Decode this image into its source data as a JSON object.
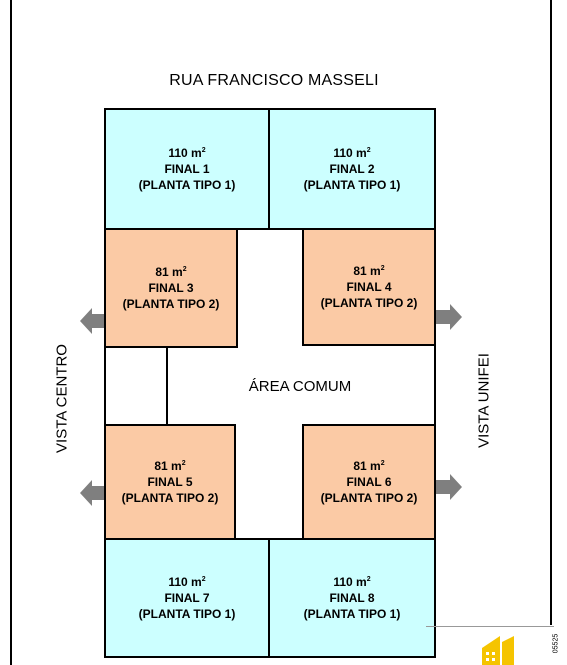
{
  "street": "RUA FRANCISCO MASSELI",
  "common_area": "ÁREA COMUM",
  "view_left": "VISTA CENTRO",
  "view_right": "VISTA UNIFEI",
  "corner_code": "05525",
  "units": [
    {
      "area": "110 m",
      "sup": "2",
      "final": "FINAL 1",
      "tipo": "(PLANTA TIPO 1)"
    },
    {
      "area": "110 m",
      "sup": "2",
      "final": "FINAL 2",
      "tipo": "(PLANTA TIPO 1)"
    },
    {
      "area": "81 m",
      "sup": "2",
      "final": "FINAL 3",
      "tipo": "(PLANTA TIPO 2)"
    },
    {
      "area": "81 m",
      "sup": "2",
      "final": "FINAL 4",
      "tipo": "(PLANTA TIPO 2)"
    },
    {
      "area": "81 m",
      "sup": "2",
      "final": "FINAL 5",
      "tipo": "(PLANTA TIPO 2)"
    },
    {
      "area": "81 m",
      "sup": "2",
      "final": "FINAL 6",
      "tipo": "(PLANTA TIPO 2)"
    },
    {
      "area": "110 m",
      "sup": "2",
      "final": "FINAL 7",
      "tipo": "(PLANTA TIPO 1)"
    },
    {
      "area": "110 m",
      "sup": "2",
      "final": "FINAL 8",
      "tipo": "(PLANTA TIPO 1)"
    }
  ],
  "colors": {
    "tipo1": "#ccffff",
    "tipo2": "#fbcaa5",
    "arrow": "#7f7f7f",
    "logo": "#f5c400"
  }
}
